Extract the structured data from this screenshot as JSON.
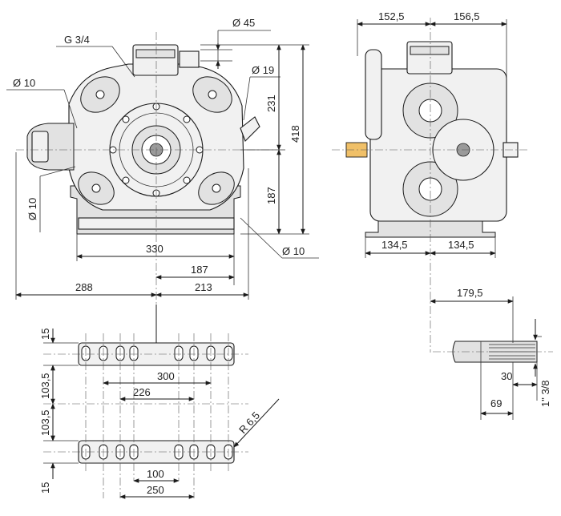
{
  "colors": {
    "line": "#1a1a1a",
    "body_fill": "#f1f1f1",
    "shaft_fill": "#f0c068",
    "background": "#ffffff"
  },
  "front_view": {
    "thread_label": "G 3/4",
    "diameters": {
      "top": "Ø 45",
      "right": "Ø 19",
      "left_upper": "Ø 10",
      "left_vertical": "Ø 10",
      "bottom_right": "Ø 10"
    },
    "heights": {
      "upper": "231",
      "lower": "187",
      "total": "418"
    },
    "widths": {
      "base": "330",
      "right_base": "187",
      "left": "288",
      "right": "213"
    }
  },
  "side_view": {
    "widths": {
      "top_left": "152,5",
      "top_right": "156,5",
      "bottom_left": "134,5",
      "bottom_right": "134,5"
    }
  },
  "shaft_detail": {
    "length": "179,5",
    "spline_length": "30",
    "overall": "69",
    "thread": "1\" 3/8"
  },
  "base_plate": {
    "top_edge": "15",
    "upper_gap": "103,5",
    "lower_gap": "103,5",
    "bottom_edge": "15",
    "inner_width": "226",
    "outer_width": "300",
    "slot_radius": "R 6,5",
    "bottom_inner": "100",
    "bottom_outer": "250"
  }
}
